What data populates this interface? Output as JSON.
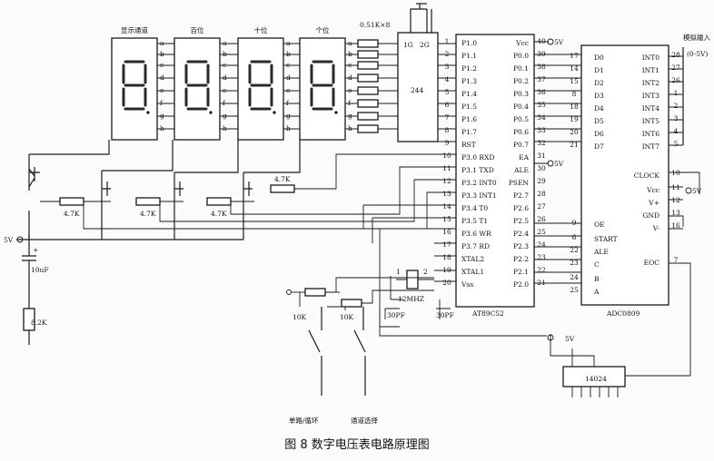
{
  "caption": "图 8   数字电压表电路原理图",
  "display_labels": [
    "显示通道",
    "百位",
    "十位",
    "个位"
  ],
  "resistor_array_label": "0.51K×8",
  "buffer": {
    "name": "244",
    "pins": [
      "1G",
      "2G"
    ]
  },
  "segments": [
    "a",
    "b",
    "c",
    "d",
    "e",
    "f",
    "g",
    "h"
  ],
  "mcu": {
    "name": "AT89C52",
    "left_pins": [
      "P1.0",
      "P1.1",
      "P1.2",
      "P1.3",
      "P1.4",
      "P1.5",
      "P1.6",
      "P1.7",
      "RST",
      "P3.0 RXD",
      "P3.1 TXD",
      "P3.2 INT0",
      "P3.3 INT1",
      "P3.4 T0",
      "P3.5 T1",
      "P3.6 WR",
      "P3.7 RD",
      "XTAL2",
      "XTAL1",
      "Vss"
    ],
    "left_pin_numbers": [
      "1",
      "2",
      "3",
      "4",
      "5",
      "6",
      "7",
      "8",
      "9",
      "10",
      "11",
      "12",
      "13",
      "14",
      "15",
      "16",
      "17",
      "18",
      "19",
      "20"
    ],
    "right_pins": [
      "Vcc",
      "P0.0",
      "P0.1",
      "P0.2",
      "P0.3",
      "P0.4",
      "P0.5",
      "P0.6",
      "P0.7",
      "EA",
      "ALE",
      "PSEN",
      "P2.7",
      "P2.6",
      "P2.5",
      "P2.4",
      "P2.3",
      "P2.2",
      "P2.1",
      "P2.0"
    ],
    "right_pin_numbers": [
      "40",
      "39",
      "38",
      "37",
      "36",
      "35",
      "34",
      "33",
      "32",
      "31",
      "30",
      "29",
      "28",
      "27",
      "26",
      "25",
      "24",
      "23",
      "22",
      "21"
    ]
  },
  "adc": {
    "name": "ADC0809",
    "left_pins": [
      "D0",
      "D1",
      "D2",
      "D3",
      "D4",
      "D5",
      "D6",
      "D7",
      "OE",
      "START",
      "ALE",
      "C",
      "B",
      "A"
    ],
    "left_pin_numbers": [
      "17",
      "14",
      "15",
      "8",
      "18",
      "19",
      "20",
      "21",
      "9",
      "6",
      "22",
      "23",
      "24",
      "25"
    ],
    "right_pins": [
      "INT0",
      "INT1",
      "INT2",
      "INT3",
      "INT4",
      "INT5",
      "INT6",
      "INT7",
      "CLOCK",
      "Vcc",
      "V+",
      "GND",
      "V-",
      "EOC"
    ],
    "right_pin_numbers": [
      "28",
      "27",
      "26",
      "1",
      "2",
      "3",
      "4",
      "5",
      "10",
      "11",
      "12",
      "13",
      "16",
      "7"
    ],
    "input_label": "模拟输入",
    "input_range": "(0-5V)"
  },
  "counter": "14024",
  "power_labels": [
    "5V",
    "5V",
    "5V",
    "5V",
    "5V"
  ],
  "transistor_resistors": [
    "4.7K",
    "4.7K",
    "4.7K",
    "4.7K"
  ],
  "capacitor": "10uF",
  "reset_resistor": "8.2K",
  "crystal": {
    "label": "12MHZ",
    "caps": [
      "30PF",
      "30PF"
    ],
    "pins": [
      "1",
      "2"
    ]
  },
  "switch_resistors": [
    "10K",
    "10K"
  ],
  "switch_labels": [
    "单路/循环",
    "通道选择"
  ]
}
